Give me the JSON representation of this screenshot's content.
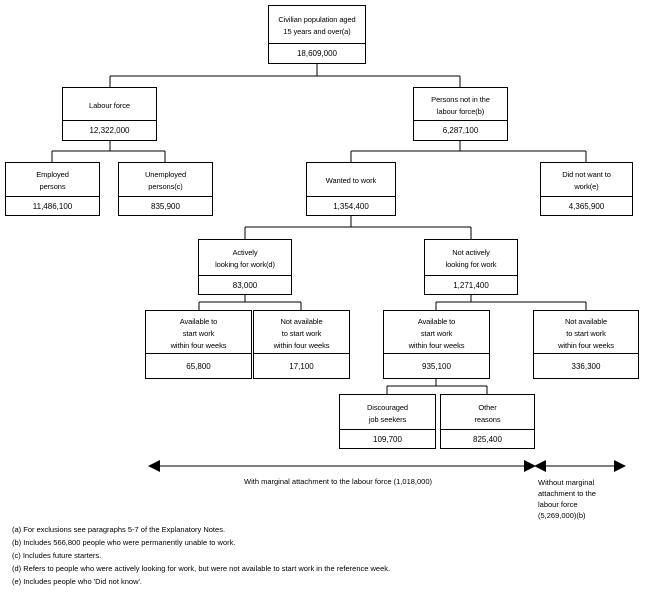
{
  "nodes": {
    "civ": {
      "label": "Civilian population aged\n15 years and over(a)",
      "value": "18,609,000"
    },
    "lf": {
      "label": "Labour force",
      "value": "12,322,000"
    },
    "nilf": {
      "label": "Persons not in the\nlabour force(b)",
      "value": "6,287,100"
    },
    "emp": {
      "label": "Employed\npersons",
      "value": "11,486,100"
    },
    "unemp": {
      "label": "Unemployed\npersons(c)",
      "value": "835,900"
    },
    "wtw": {
      "label": "Wanted to work",
      "value": "1,354,400"
    },
    "dnw": {
      "label": "Did not want to\nwork(e)",
      "value": "4,365,900"
    },
    "active": {
      "label": "Actively\nlooking for work(d)",
      "value": "83,000"
    },
    "notactive": {
      "label": "Not actively\nlooking for work",
      "value": "1,271,400"
    },
    "av1": {
      "label": "Available to\nstart work\nwithin four weeks",
      "value": "65,800"
    },
    "nav1": {
      "label": "Not available\nto start work\nwithin four weeks",
      "value": "17,100"
    },
    "av2": {
      "label": "Available to\nstart work\nwithin four weeks",
      "value": "935,100"
    },
    "nav2": {
      "label": "Not available\nto start work\nwithin four weeks",
      "value": "336,300"
    },
    "disc": {
      "label": "Discouraged\njob seekers",
      "value": "109,700"
    },
    "other": {
      "label": "Other\nreasons",
      "value": "825,400"
    }
  },
  "marginal_label": "With marginal attachment to the labour force (1,018,000)",
  "without_label": "Without marginal\nattachment to the\nlabour force\n(5,269,000)(b)",
  "footnotes": [
    "(a) For exclusions see paragraphs 5-7 of the Explanatory Notes.",
    "(b) Includes 566,800 people who were permanently unable to work.",
    "(c) Includes future starters.",
    "(d) Refers to people who were actively looking for work, but were not available to start work in the reference week.",
    "(e) Includes people who 'Did not know'."
  ]
}
